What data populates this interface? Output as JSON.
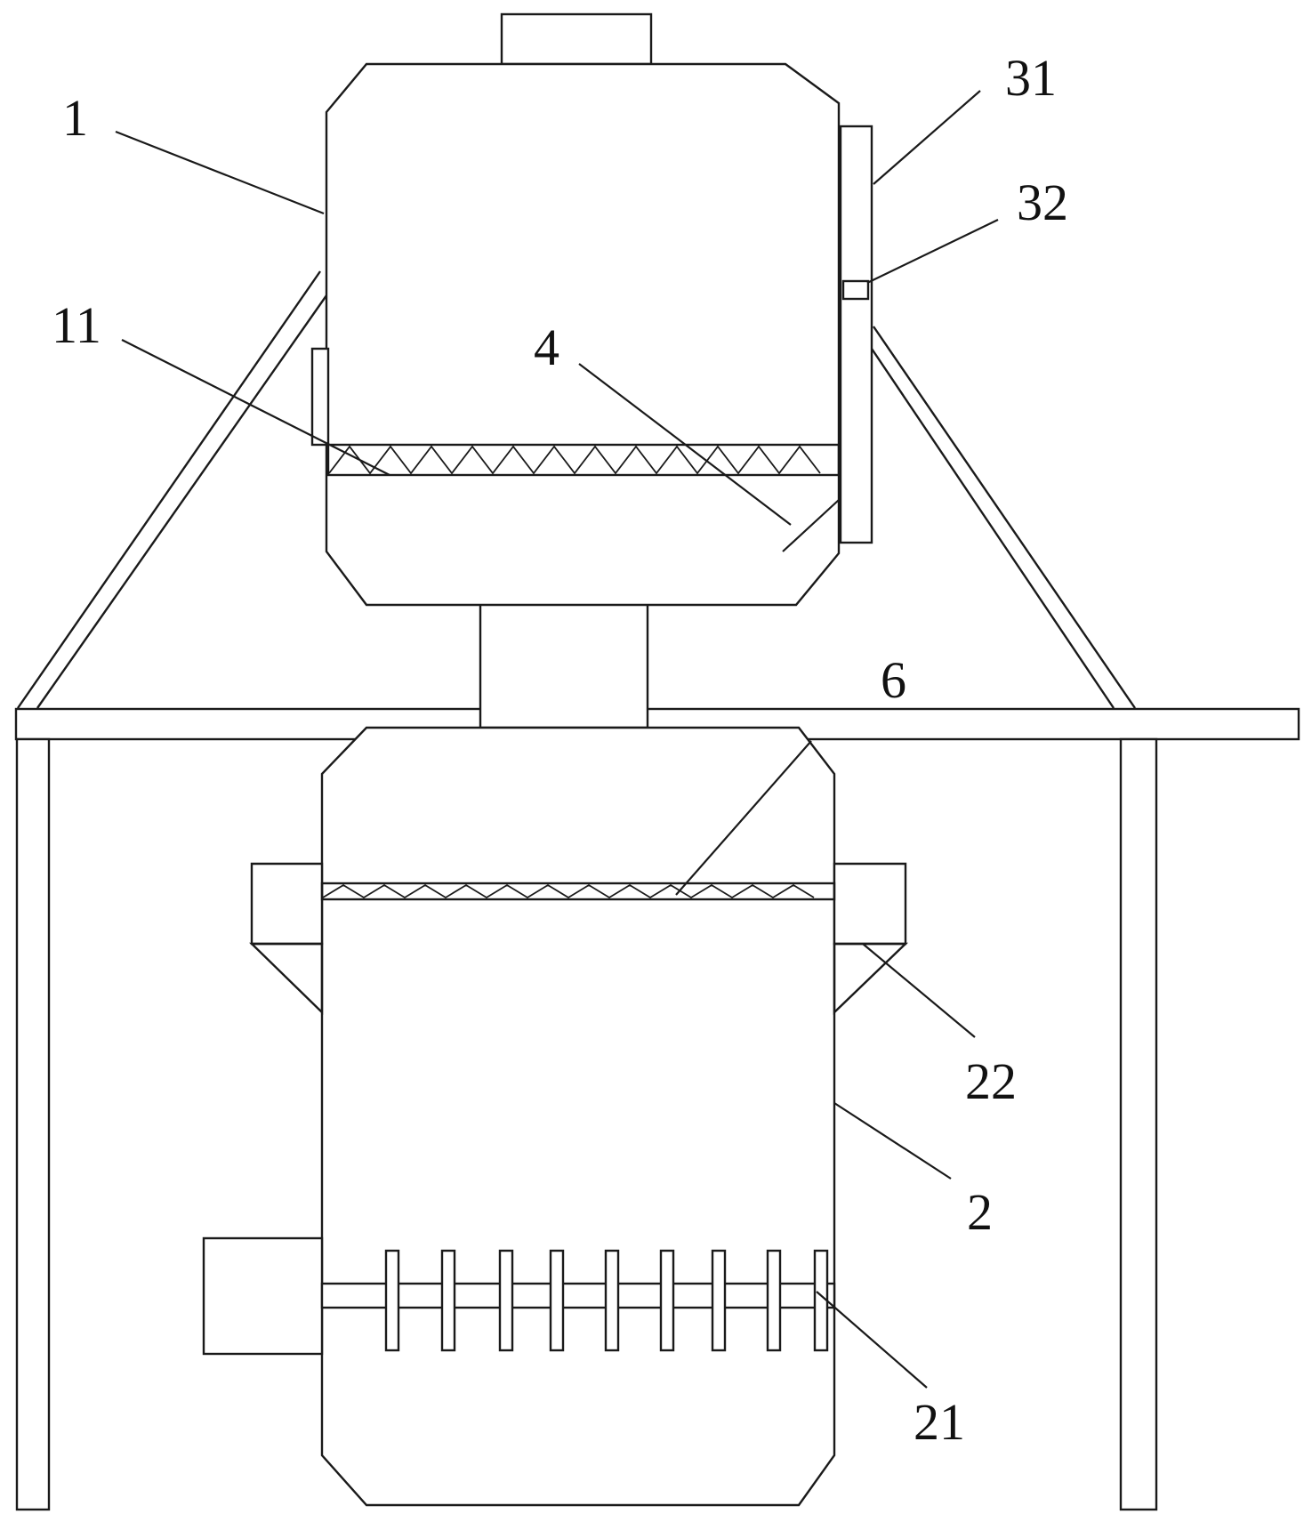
{
  "figure": {
    "labels": {
      "l1": "1",
      "l2": "2",
      "l4": "4",
      "l6": "6",
      "l11": "11",
      "l21": "21",
      "l22": "22",
      "l31": "31",
      "l32": "32"
    }
  }
}
